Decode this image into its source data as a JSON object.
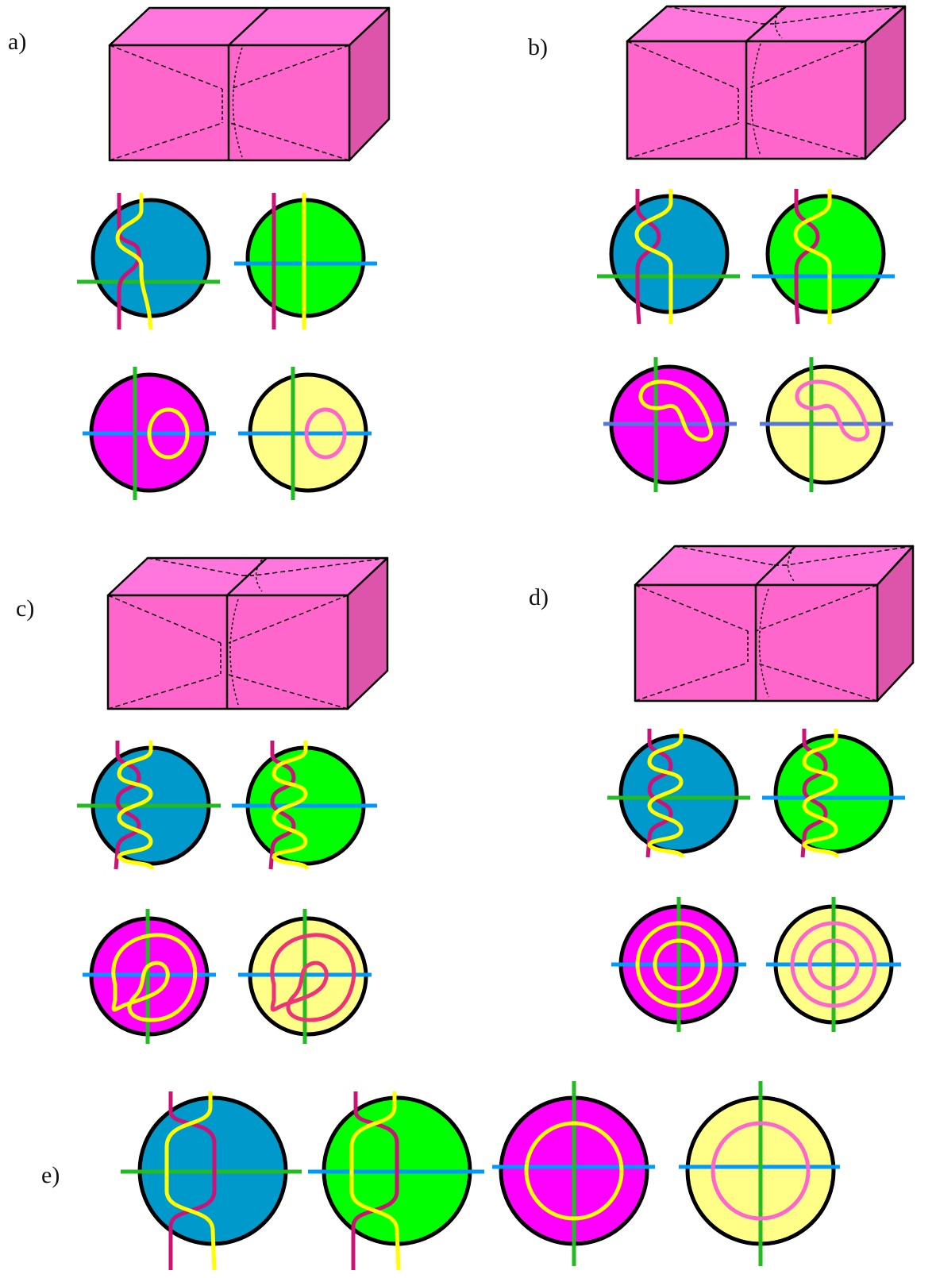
{
  "labels": {
    "a": "a)",
    "b": "b)",
    "c": "c)",
    "d": "d)",
    "e": "e)"
  },
  "colors": {
    "box_front": "#ff66cc",
    "box_top": "#ff77dd",
    "box_side": "#dd55aa",
    "blue_disk": "#0099cc",
    "green_disk": "#00ff00",
    "magenta_disk": "#ff00ff",
    "yellow_disk": "#ffff88",
    "strand_magenta": "#cc1177",
    "strand_yellow": "#ffff00",
    "axis_green": "#22bb22",
    "axis_blue": "#0099ff",
    "axis_violet": "#5577dd",
    "loop_pink": "#ff66cc",
    "loop_red": "#ee3377"
  }
}
